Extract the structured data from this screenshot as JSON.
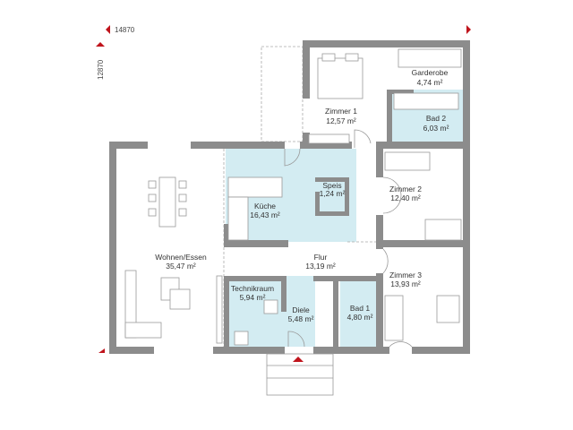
{
  "dimensions": {
    "width": "14870",
    "depth": "12870"
  },
  "colors": {
    "wall": "#8c8c8c",
    "tiled_floor": "#d3ecf2",
    "marker": "#c0141c"
  },
  "rooms": [
    {
      "name": "Garderobe",
      "area": "4,74 m²"
    },
    {
      "name": "Zimmer 1",
      "area": "12,57 m²"
    },
    {
      "name": "Bad 2",
      "area": "6,03 m²"
    },
    {
      "name": "Speis",
      "area": "1,24 m²"
    },
    {
      "name": "Zimmer 2",
      "area": "12,40 m²"
    },
    {
      "name": "Küche",
      "area": "16,43 m²"
    },
    {
      "name": "Wohnen/Essen",
      "area": "35,47 m²"
    },
    {
      "name": "Flur",
      "area": "13,19 m²"
    },
    {
      "name": "Zimmer 3",
      "area": "13,93 m²"
    },
    {
      "name": "Technikraum",
      "area": "5,94 m²"
    },
    {
      "name": "Diele",
      "area": "5,48 m²"
    },
    {
      "name": "Bad 1",
      "area": "4,80 m²"
    }
  ]
}
